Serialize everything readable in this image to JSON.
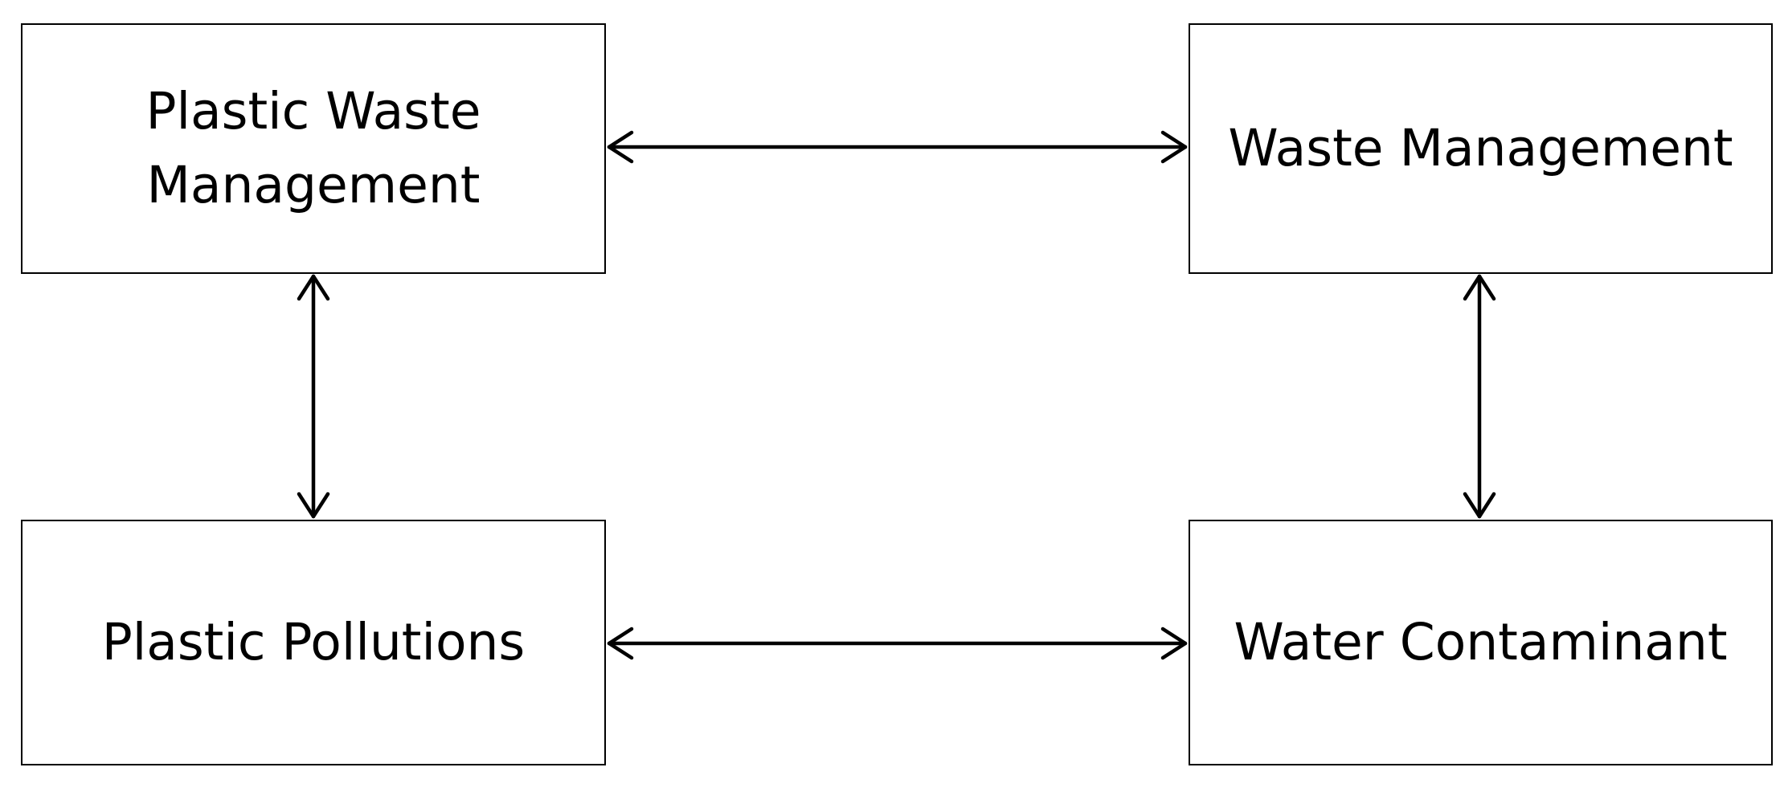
{
  "diagram": {
    "nodes": [
      {
        "id": "plastic-waste-management",
        "lines": [
          "Plastic Waste",
          "Management"
        ]
      },
      {
        "id": "waste-management",
        "lines": [
          "Waste Management"
        ]
      },
      {
        "id": "plastic-pollutions",
        "lines": [
          "Plastic Pollutions"
        ]
      },
      {
        "id": "water-contaminant",
        "lines": [
          "Water Contaminant"
        ]
      }
    ],
    "edges": [
      {
        "from": "plastic-waste-management",
        "to": "waste-management",
        "direction": "bidirectional"
      },
      {
        "from": "plastic-waste-management",
        "to": "plastic-pollutions",
        "direction": "bidirectional"
      },
      {
        "from": "waste-management",
        "to": "water-contaminant",
        "direction": "bidirectional"
      },
      {
        "from": "plastic-pollutions",
        "to": "water-contaminant",
        "direction": "bidirectional"
      }
    ],
    "colors": {
      "stroke": "#000000",
      "text": "#000000",
      "background": "#ffffff"
    }
  }
}
